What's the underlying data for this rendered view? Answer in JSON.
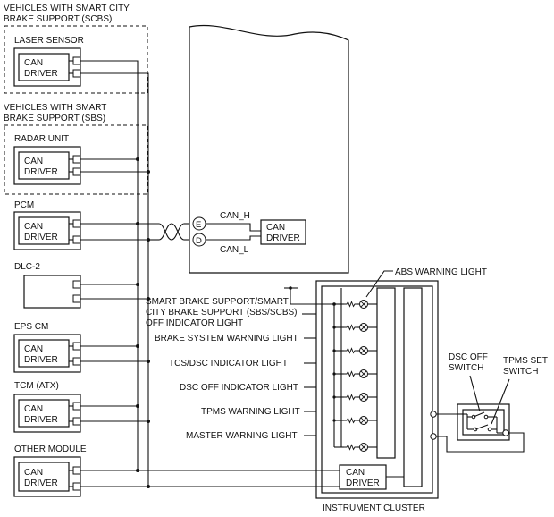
{
  "groups": {
    "scbs": [
      "VEHICLES WITH SMART CITY",
      "BRAKE SUPPORT (SCBS)"
    ],
    "sbs": [
      "VEHICLES WITH SMART",
      "BRAKE SUPPORT (SBS)"
    ]
  },
  "modules": {
    "laser_sensor": "LASER SENSOR",
    "radar_unit": "RADAR UNIT",
    "pcm": "PCM",
    "dlc2": "DLC-2",
    "eps_cm": "EPS CM",
    "tcm": "TCM (ATX)",
    "other": "OTHER MODULE"
  },
  "can_driver": [
    "CAN",
    "DRIVER"
  ],
  "central": {
    "can_h": "CAN_H",
    "can_l": "CAN_L",
    "pin_e": "E",
    "pin_d": "D"
  },
  "cluster": {
    "name": "INSTRUMENT CLUSTER",
    "abs": "ABS WARNING LIGHT",
    "sbs_lines": [
      "SMART BRAKE SUPPORT/SMART",
      "CITY BRAKE SUPPORT (SBS/SCBS)",
      "OFF INDICATOR LIGHT"
    ],
    "lights": [
      "BRAKE SYSTEM WARNING LIGHT",
      "TCS/DSC INDICATOR LIGHT",
      "DSC OFF INDICATOR LIGHT",
      "TPMS WARNING LIGHT",
      "MASTER WARNING LIGHT"
    ]
  },
  "switches": {
    "dsc_off": [
      "DSC OFF",
      "SWITCH"
    ],
    "tpms_set": [
      "TPMS SET",
      "SWITCH"
    ]
  }
}
